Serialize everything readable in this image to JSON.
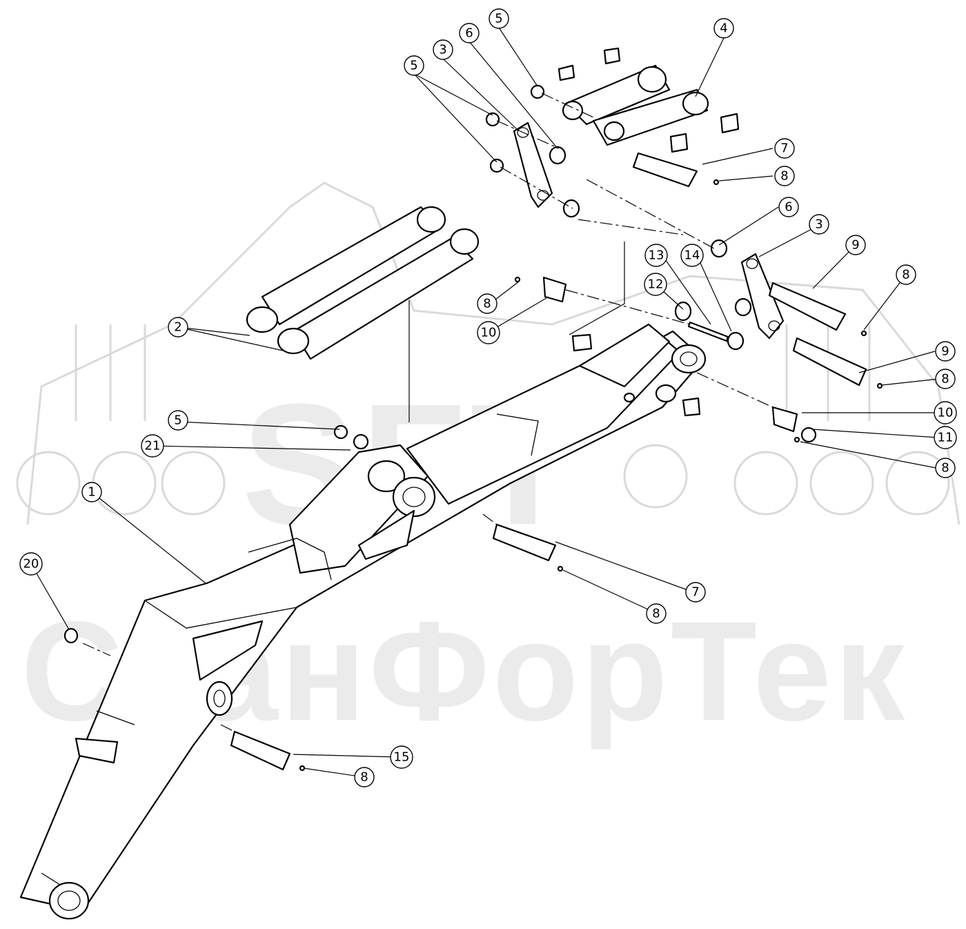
{
  "watermark": {
    "brand": "SFT",
    "name": "СканФорТек",
    "color": "#c8c8c8"
  },
  "diagram": {
    "type": "exploded parts diagram",
    "line_color": "#000000"
  },
  "callouts": [
    {
      "id": "c-5a",
      "label": "5"
    },
    {
      "id": "c-4",
      "label": "4"
    },
    {
      "id": "c-6a",
      "label": "6"
    },
    {
      "id": "c-3a",
      "label": "3"
    },
    {
      "id": "c-5b",
      "label": "5"
    },
    {
      "id": "c-7a",
      "label": "7"
    },
    {
      "id": "c-8a",
      "label": "8"
    },
    {
      "id": "c-6b",
      "label": "6"
    },
    {
      "id": "c-3b",
      "label": "3"
    },
    {
      "id": "c-9a",
      "label": "9"
    },
    {
      "id": "c-13",
      "label": "13"
    },
    {
      "id": "c-14",
      "label": "14"
    },
    {
      "id": "c-8b",
      "label": "8"
    },
    {
      "id": "c-12",
      "label": "12"
    },
    {
      "id": "c-8c",
      "label": "8"
    },
    {
      "id": "c-10a",
      "label": "10"
    },
    {
      "id": "c-9b",
      "label": "9"
    },
    {
      "id": "c-8d",
      "label": "8"
    },
    {
      "id": "c-2",
      "label": "2"
    },
    {
      "id": "c-10b",
      "label": "10"
    },
    {
      "id": "c-11",
      "label": "11"
    },
    {
      "id": "c-8e",
      "label": "8"
    },
    {
      "id": "c-5c",
      "label": "5"
    },
    {
      "id": "c-21",
      "label": "21"
    },
    {
      "id": "c-1",
      "label": "1"
    },
    {
      "id": "c-20",
      "label": "20"
    },
    {
      "id": "c-7b",
      "label": "7"
    },
    {
      "id": "c-8f",
      "label": "8"
    },
    {
      "id": "c-15",
      "label": "15"
    },
    {
      "id": "c-8g",
      "label": "8"
    }
  ]
}
